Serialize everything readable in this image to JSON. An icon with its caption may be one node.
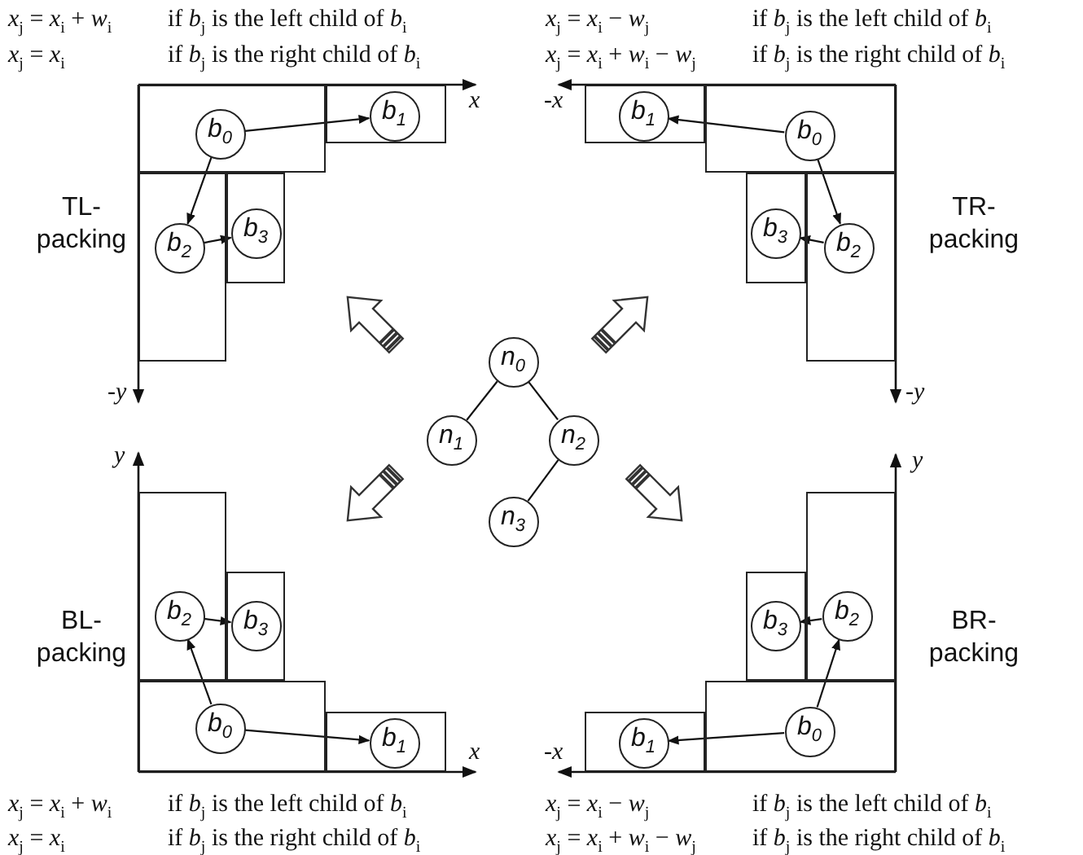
{
  "diagram": {
    "nodes": [
      {
        "text": [],
        "shape": "box"
      },
      {
        "text": [
          "*b*$_{0}$"
        ],
        "in": 0
      },
      {
        "text": [],
        "shape": "box"
      },
      {
        "text": [
          "*b*$_{1}$"
        ],
        "in": 2
      },
      {
        "text": [],
        "shape": "box"
      },
      {
        "text": [
          "*b*$_{2}$"
        ],
        "in": 4
      },
      {
        "text": [],
        "shape": "box"
      },
      {
        "text": [
          "*b*$_{3}$"
        ],
        "in": 6
      },
      {
        "text": [],
        "shape": "box"
      },
      {
        "text": [
          "*b*$_{0}$"
        ],
        "in": 8
      },
      {
        "text": [],
        "shape": "box"
      },
      {
        "text": [
          "*b*$_{1}$"
        ],
        "in": 10
      },
      {
        "text": [],
        "shape": "box"
      },
      {
        "text": [
          "*b*$_{2}$"
        ],
        "in": 12
      },
      {
        "text": [],
        "shape": "box"
      },
      {
        "text": [
          "*b*$_{3}$"
        ],
        "in": 14
      },
      {
        "text": [
          "*n*$_{0}$"
        ]
      },
      {
        "text": [
          "*n*$_{1}$"
        ]
      },
      {
        "text": [
          "*n*$_{2}$"
        ]
      },
      {
        "text": [
          "*n*$_{3}$"
        ]
      },
      {
        "text": [],
        "shape": "box"
      },
      {
        "text": [
          "*b*$_{2}$"
        ],
        "in": 20
      },
      {
        "text": [],
        "shape": "box"
      },
      {
        "text": [
          "*b*$_{3}$"
        ],
        "in": 22
      },
      {
        "text": [],
        "shape": "box"
      },
      {
        "text": [
          "*b*$_{0}$"
        ],
        "in": 24
      },
      {
        "text": [],
        "shape": "box"
      },
      {
        "text": [
          "*b*$_{1}$"
        ],
        "in": 26
      },
      {
        "text": [],
        "shape": "box"
      },
      {
        "text": [
          "*b*$_{2}$"
        ],
        "in": 28
      },
      {
        "text": [],
        "shape": "box"
      },
      {
        "text": [
          "*b*$_{3}$"
        ],
        "in": 30
      },
      {
        "text": [],
        "shape": "box"
      },
      {
        "text": [
          "*b*$_{0}$"
        ],
        "in": 32
      },
      {
        "text": [],
        "shape": "box"
      },
      {
        "text": [
          "*b*$_{1}$"
        ],
        "in": 34
      }
    ],
    "edges": [
      {
        "from": 1,
        "to": 3,
        "arrow": "to"
      },
      {
        "from": 1,
        "to": 5,
        "arrow": "to"
      },
      {
        "from": 5,
        "to": 7,
        "arrow": "to"
      },
      {
        "from": 9,
        "to": 11,
        "arrow": "to"
      },
      {
        "from": 9,
        "to": 13,
        "arrow": "to"
      },
      {
        "from": 13,
        "to": 15,
        "arrow": "to"
      },
      {
        "from": 16,
        "to": 17,
        "arrow": "none"
      },
      {
        "from": 16,
        "to": 18,
        "arrow": "none"
      },
      {
        "from": 18,
        "to": 19,
        "arrow": "none"
      },
      {
        "from": 25,
        "to": 27,
        "arrow": "to"
      },
      {
        "from": 25,
        "to": 21,
        "arrow": "to"
      },
      {
        "from": 21,
        "to": 23,
        "arrow": "to"
      },
      {
        "from": 33,
        "to": 35,
        "arrow": "to"
      },
      {
        "from": 33,
        "to": 29,
        "arrow": "to"
      },
      {
        "from": 29,
        "to": 31,
        "arrow": "to"
      }
    ],
    "labels": [
      "*x*$_{j}$ = *x*$_{i}$ + *w*$_{i}$",
      "if *b*$_{j}$ is the left child of *b*$_{i}$",
      "*x*$_{j}$ = *x*$_{i}$ − *w*$_{j}$",
      "if *b*$_{j}$ is the left child of *b*$_{i}$",
      "*x*$_{j}$ = *x*$_{i}$",
      "if *b*$_{j}$ is the right child of *b*$_{i}$",
      "*x*$_{j}$ = *x*$_{i}$ + *w*$_{i}$ − *w*$_{j}$",
      "if *b*$_{j}$ is the right child of *b*$_{i}$",
      "x",
      "-*x*",
      "TL-packing",
      "TR-packing",
      "-*y*",
      "-*y*",
      "y",
      "y",
      "BL-packing",
      "BR-packing",
      "x",
      "-*x*",
      "*x*$_{j}$ = *x*$_{i}$ + *w*$_{i}$",
      "if *b*$_{j}$ is the left child of *b*$_{i}$",
      "*x*$_{j}$ = *x*$_{i}$ − *w*$_{j}$",
      "if *b*$_{j}$ is the left child of *b*$_{i}$",
      "*x*$_{j}$ = *x*$_{i}$",
      "if *b*$_{j}$ is the right child of *b*$_{i}$",
      "*x*$_{j}$ = *x*$_{i}$ + *w*$_{i}$ − *w*$_{j}$",
      "if *b*$_{j}$ is the right child of *b*$_{i}$"
    ]
  }
}
